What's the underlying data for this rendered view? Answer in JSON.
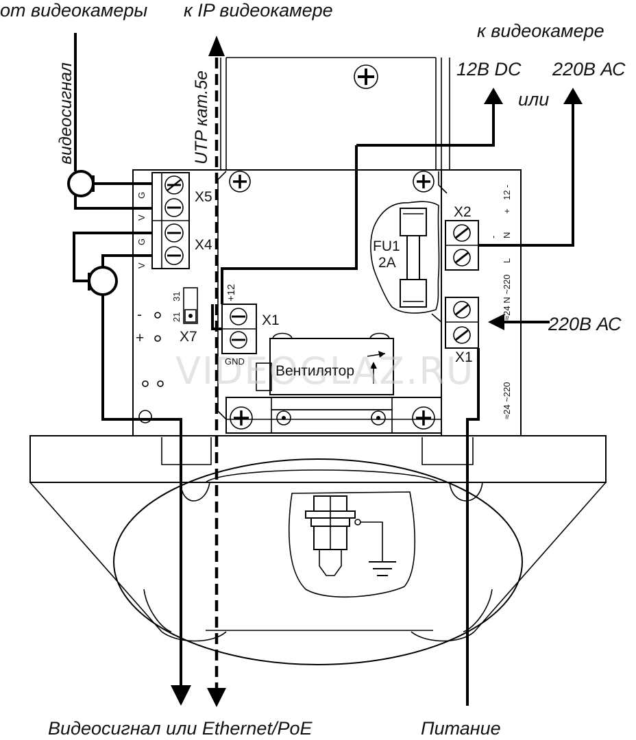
{
  "labels": {
    "from_camera": "от видеокамеры",
    "to_ip_camera": "к IP видеокамере",
    "to_camera": "к видеокамере",
    "dc12": "12В DC",
    "or": "или",
    "ac220_top": "220В АС",
    "video_signal_vertical": "видеосигнал",
    "utp_vertical": "UTP кат.5е",
    "ac220_right": "220В АС",
    "bottom_left": "Видеосигнал или Ethernet/PoE",
    "bottom_right": "Питание",
    "watermark": "VIDEOGLAZ.RU"
  },
  "board": {
    "x5": "X5",
    "x4": "X4",
    "x7": "X7",
    "x1_left": "X1",
    "x1_right": "X1",
    "x2": "X2",
    "fu1": "FU1",
    "fuse_rating": "2A",
    "plus12": "+12",
    "gnd": "GND",
    "fan": "Вентилятор",
    "g1": "G",
    "v1": "V",
    "g2": "G",
    "v2": "V",
    "j31": "31",
    "j21": "21",
    "minus": "-",
    "plus": "+",
    "right_12minus": "12 -",
    "right_plus": "+",
    "right_minus": "-",
    "right_N": "N",
    "right_L": "L",
    "right_24_220": "≈24 N ~220",
    "right_24_220_b": "≈24 ~220"
  }
}
